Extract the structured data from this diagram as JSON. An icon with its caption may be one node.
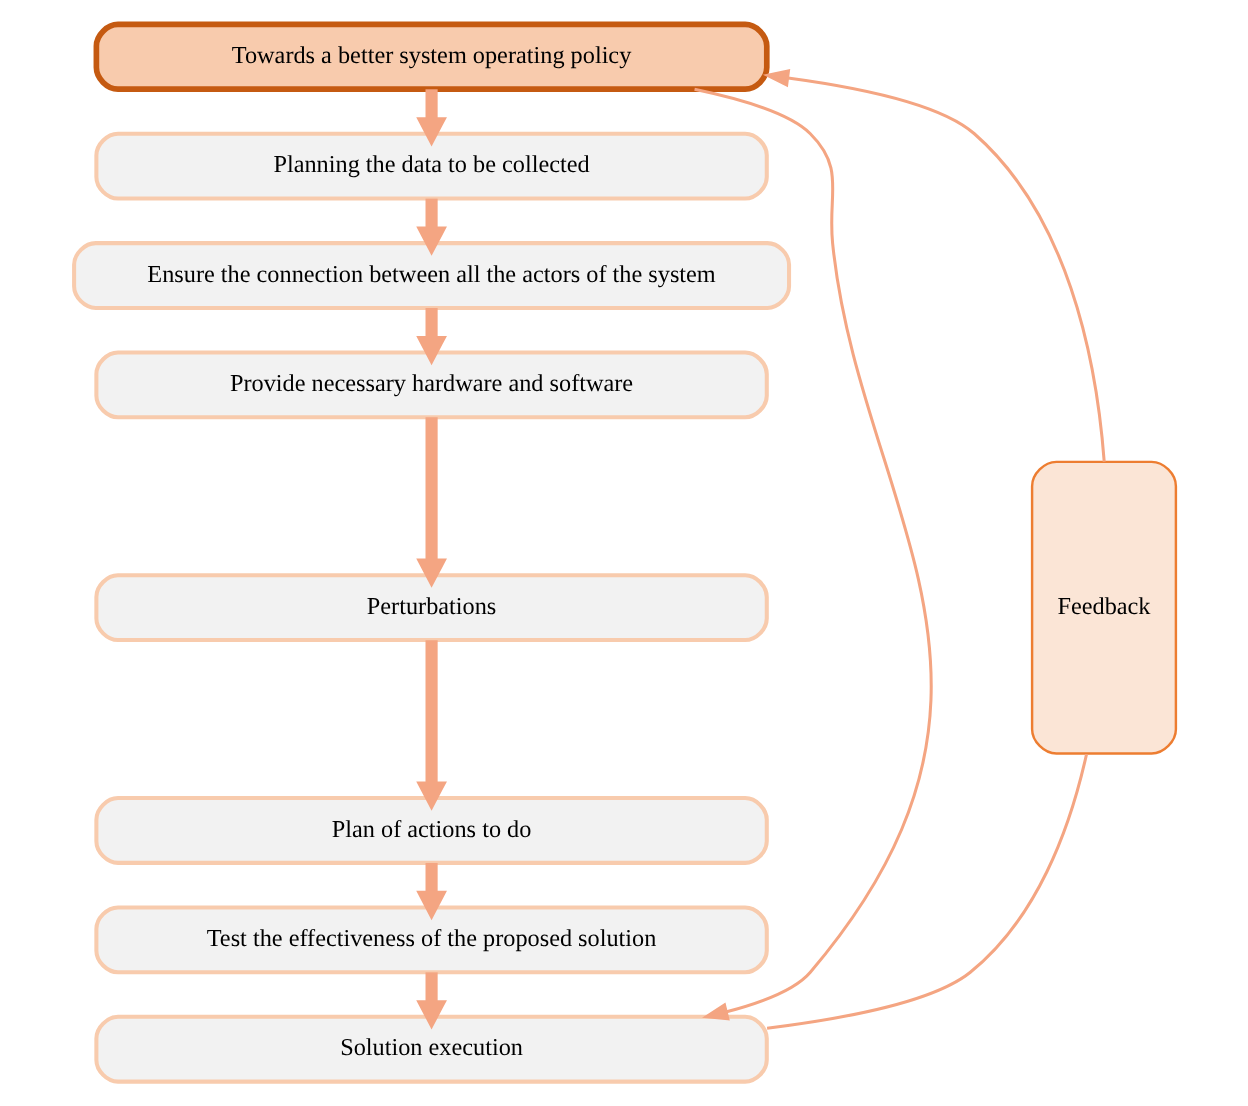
{
  "diagram": {
    "nodes": [
      {
        "text": [
          "Towards a better system operating policy"
        ]
      },
      {
        "text": [
          "Planning the data to be collected"
        ]
      },
      {
        "text": [
          "Ensure the connection between all the actors of the system"
        ]
      },
      {
        "text": [
          "Provide necessary hardware and software"
        ]
      },
      {
        "text": [
          "Perturbations"
        ]
      },
      {
        "text": [
          "Plan of actions to do"
        ]
      },
      {
        "text": [
          "Test the effectiveness of the proposed solution"
        ]
      },
      {
        "text": [
          "Solution execution"
        ]
      },
      {
        "text": [
          "Feedback"
        ]
      }
    ],
    "edges": [
      {
        "from": 0,
        "to": 1,
        "arrow": "to"
      },
      {
        "from": 1,
        "to": 2,
        "arrow": "to"
      },
      {
        "from": 2,
        "to": 3,
        "arrow": "to"
      },
      {
        "from": 3,
        "to": 4,
        "arrow": "to"
      },
      {
        "from": 4,
        "to": 5,
        "arrow": "to"
      },
      {
        "from": 5,
        "to": 6,
        "arrow": "to"
      },
      {
        "from": 6,
        "to": 7,
        "arrow": "to"
      },
      {
        "from": 0,
        "to": 7,
        "arrow": "to"
      },
      {
        "from": 7,
        "to": 8,
        "arrow": "none"
      },
      {
        "from": 8,
        "to": 0,
        "arrow": "to"
      }
    ]
  }
}
